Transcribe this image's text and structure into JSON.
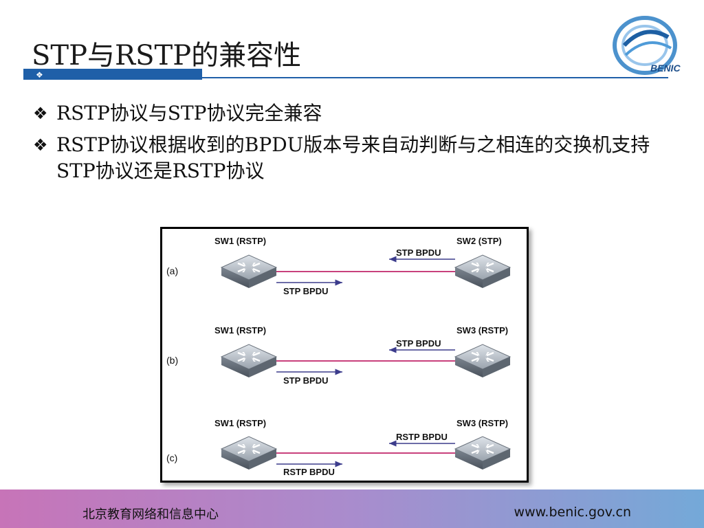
{
  "title": "STP与RSTP的兼容性",
  "bullets": [
    {
      "text": "RSTP协议与STP协议完全兼容"
    },
    {
      "text": "RSTP协议根据收到的BPDU版本号来自动判断与之相连的交换机支持STP协议还是RSTP协议"
    }
  ],
  "logo": {
    "text": "BENIC"
  },
  "diagram": {
    "rows": [
      {
        "label": "(a)",
        "left_switch": "SW1   (RSTP)",
        "right_switch": "SW2  (STP)",
        "top_bpdu": "STP BPDU",
        "bottom_bpdu": "STP BPDU"
      },
      {
        "label": "(b)",
        "left_switch": "SW1   (RSTP)",
        "right_switch": "SW3  (RSTP)",
        "top_bpdu": "STP BPDU",
        "bottom_bpdu": "STP BPDU"
      },
      {
        "label": "(c)",
        "left_switch": "SW1   (RSTP)",
        "right_switch": "SW3  (RSTP)",
        "top_bpdu": "RSTP BPDU",
        "bottom_bpdu": "RSTP BPDU"
      }
    ]
  },
  "footer": {
    "org": "北京教育网络和信息中心",
    "url": "www.benic.gov.cn"
  }
}
